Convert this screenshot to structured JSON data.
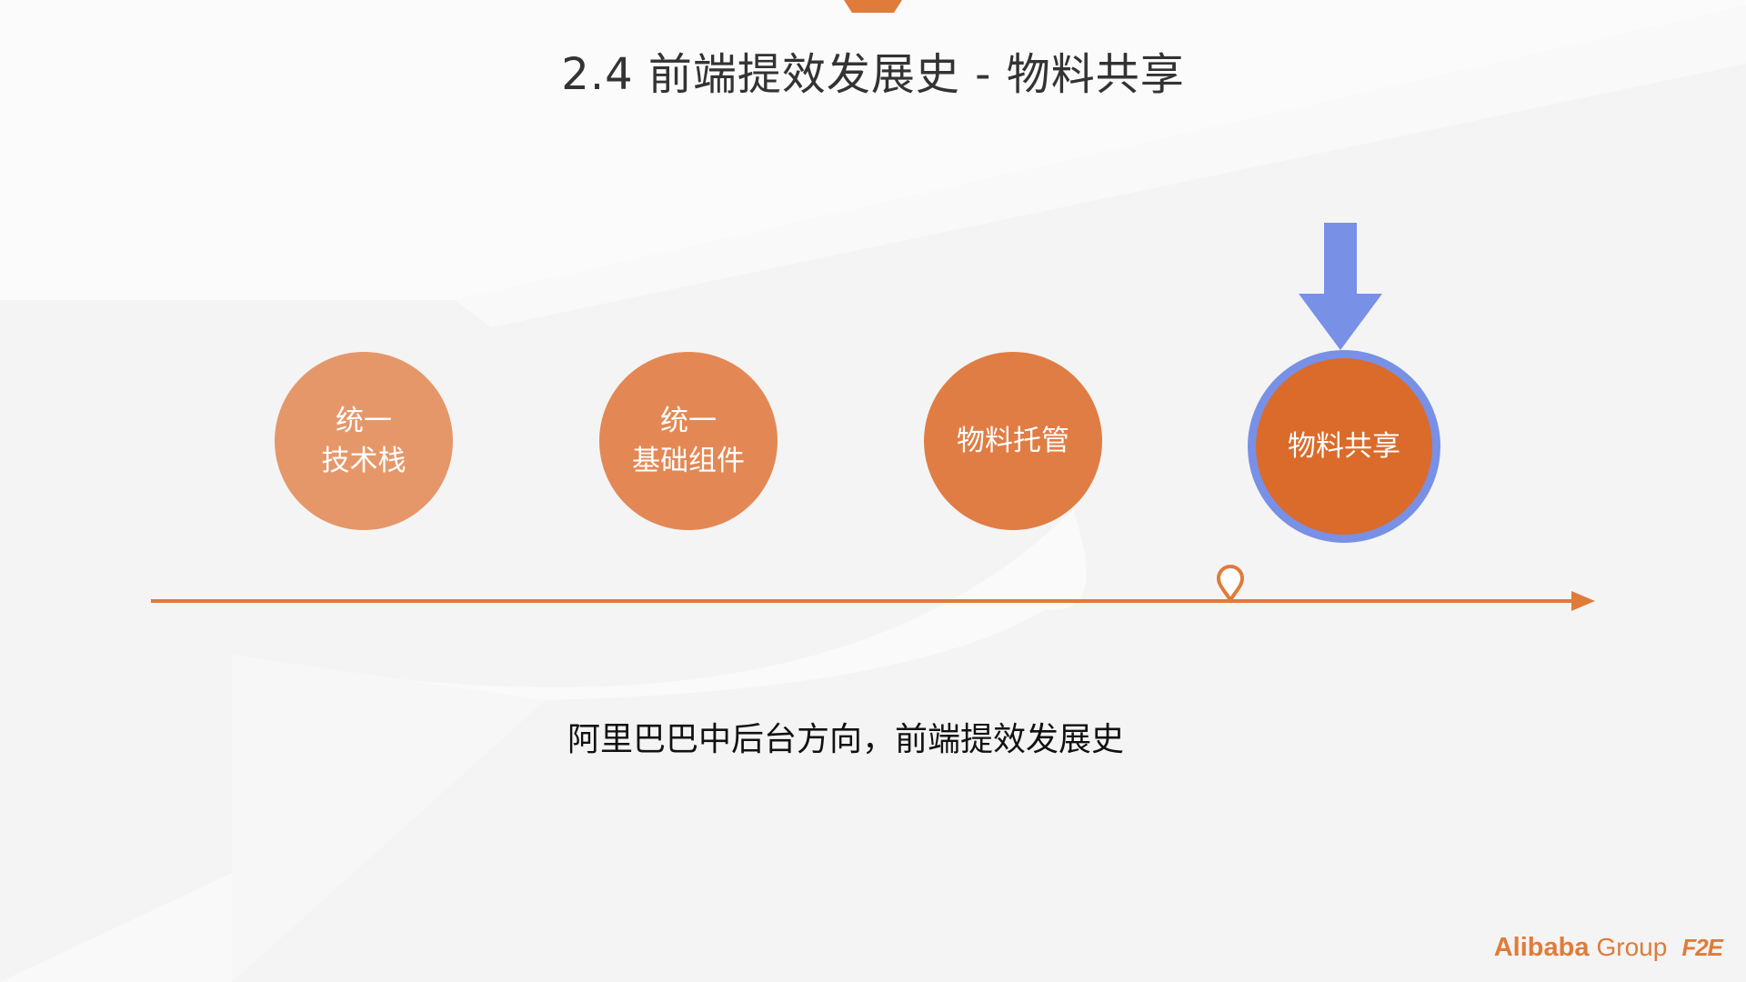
{
  "slide": {
    "title": "2.4 前端提效发展史 - 物料共享",
    "subtitle": "阿里巴巴中后台方向，前端提效发展史"
  },
  "stages": [
    {
      "line1": "统一",
      "line2": "技术栈"
    },
    {
      "line1": "统一",
      "line2": "基础组件"
    },
    {
      "line1": "物料托管",
      "line2": ""
    },
    {
      "line1": "物料共享",
      "line2": ""
    }
  ],
  "highlighted_stage": "物料共享",
  "brand": {
    "name": "Alibaba",
    "group": "Group",
    "logo": "F2E"
  },
  "colors": {
    "accent": "#e07b39",
    "highlight": "#7890e6",
    "background": "#f4f4f4"
  }
}
